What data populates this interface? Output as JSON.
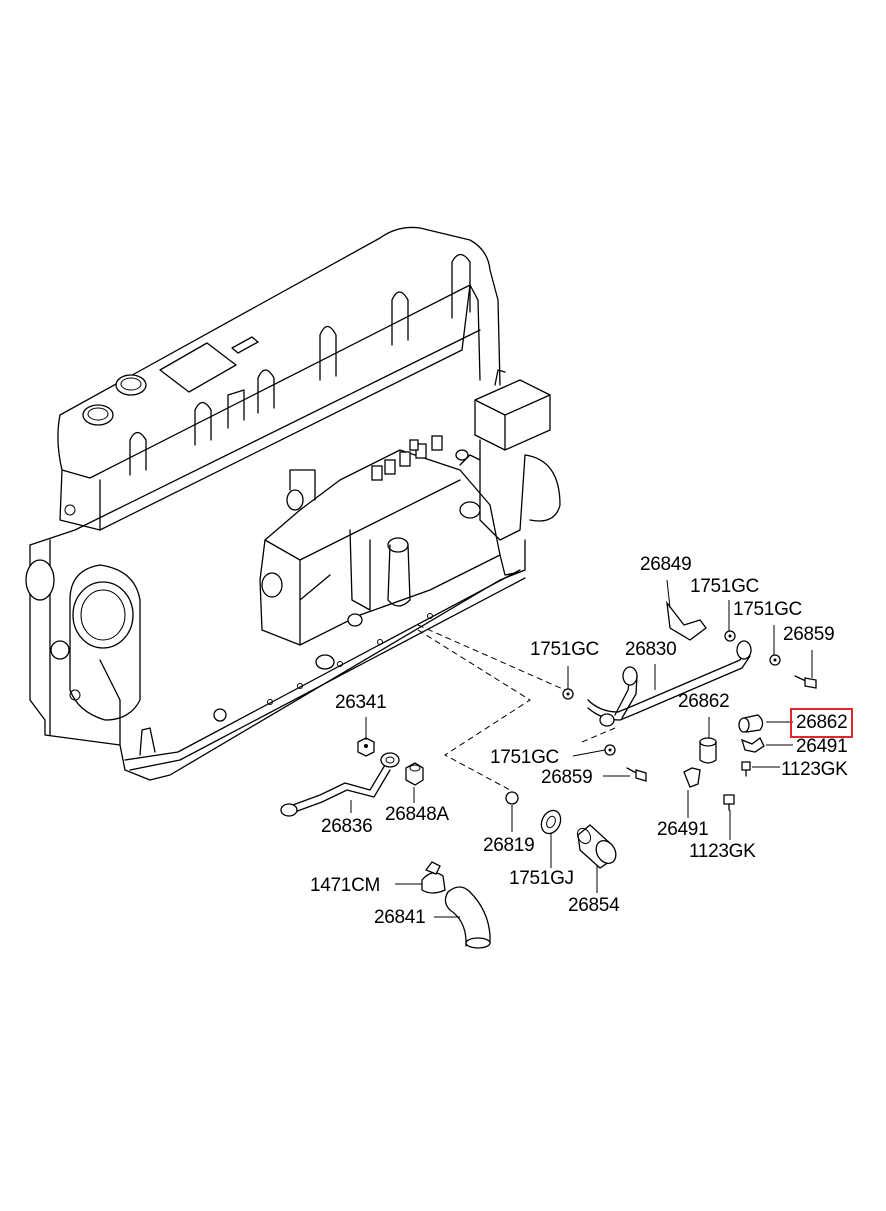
{
  "labels": [
    {
      "id": "26849",
      "text": "26849"
    },
    {
      "id": "1751GC_a",
      "text": "1751GC"
    },
    {
      "id": "1751GC_b",
      "text": "1751GC"
    },
    {
      "id": "26859_a",
      "text": "26859"
    },
    {
      "id": "1751GC_c",
      "text": "1751GC"
    },
    {
      "id": "26830",
      "text": "26830"
    },
    {
      "id": "26862_a",
      "text": "26862"
    },
    {
      "id": "26862_b",
      "text": "26862",
      "highlighted": true
    },
    {
      "id": "26491_a",
      "text": "26491"
    },
    {
      "id": "1123GK_a",
      "text": "1123GK"
    },
    {
      "id": "26341",
      "text": "26341"
    },
    {
      "id": "1751GC_d",
      "text": "1751GC"
    },
    {
      "id": "26859_b",
      "text": "26859"
    },
    {
      "id": "26836",
      "text": "26836"
    },
    {
      "id": "26848A",
      "text": "26848A"
    },
    {
      "id": "26819",
      "text": "26819"
    },
    {
      "id": "26491_b",
      "text": "26491"
    },
    {
      "id": "1123GK_b",
      "text": "1123GK"
    },
    {
      "id": "1751GJ",
      "text": "1751GJ"
    },
    {
      "id": "1471CM",
      "text": "1471CM"
    },
    {
      "id": "26854",
      "text": "26854"
    },
    {
      "id": "26841",
      "text": "26841"
    }
  ],
  "colors": {
    "line": "#000000",
    "highlight": "#e0262b",
    "background": "#ffffff"
  }
}
